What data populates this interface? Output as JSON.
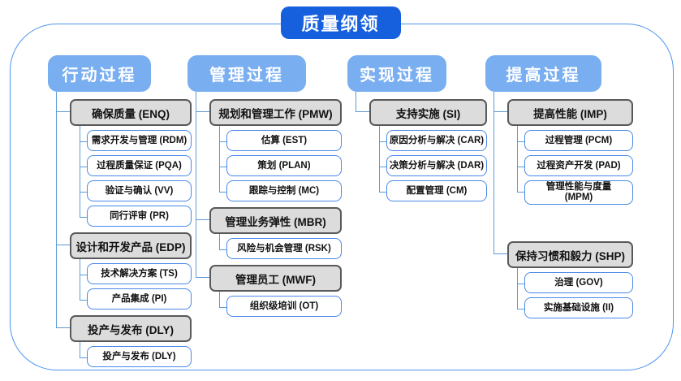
{
  "title": "质量纲领",
  "colors": {
    "title_blue": "#1660dd",
    "header_blue": "#79aef1",
    "line_blue": "#5b9bd5",
    "frame_blue": "#4d94f0",
    "gray_fill": "#dcdcdc",
    "gray_border": "#595959",
    "node_border": "#4a89e8"
  },
  "columns": [
    {
      "header": "行动过程",
      "groups": [
        {
          "label": "确保质量 (ENQ)",
          "items": [
            "需求开发与管理 (RDM)",
            "过程质量保证 (PQA)",
            "验证与确认 (VV)",
            "同行评审 (PR)"
          ]
        },
        {
          "label": "设计和开发产品 (EDP)",
          "items": [
            "技术解决方案 (TS)",
            "产品集成 (PI)"
          ]
        },
        {
          "label": "投产与发布 (DLY)",
          "items": [
            "投产与发布 (DLY)"
          ]
        }
      ]
    },
    {
      "header": "管理过程",
      "groups": [
        {
          "label": "规划和管理工作 (PMW)",
          "items": [
            "估算 (EST)",
            "策划 (PLAN)",
            "跟踪与控制 (MC)"
          ]
        },
        {
          "label": "管理业务弹性 (MBR)",
          "items": [
            "风险与机会管理 (RSK)"
          ]
        },
        {
          "label": "管理员工 (MWF)",
          "items": [
            "组织级培训 (OT)"
          ]
        }
      ]
    },
    {
      "header": "实现过程",
      "groups": [
        {
          "label": "支持实施 (SI)",
          "items": [
            "原因分析与解决 (CAR)",
            "决策分析与解决 (DAR)",
            "配置管理 (CM)"
          ]
        }
      ]
    },
    {
      "header": "提高过程",
      "groups": [
        {
          "label": "提高性能 (IMP)",
          "items": [
            "过程管理 (PCM)",
            "过程资产开发 (PAD)",
            "管理性能与度量\n(MPM)"
          ],
          "gap_after": true
        },
        {
          "label": "保持习惯和毅力 (SHP)",
          "items": [
            "治理 (GOV)",
            "实施基础设施 (II)"
          ]
        }
      ]
    }
  ]
}
